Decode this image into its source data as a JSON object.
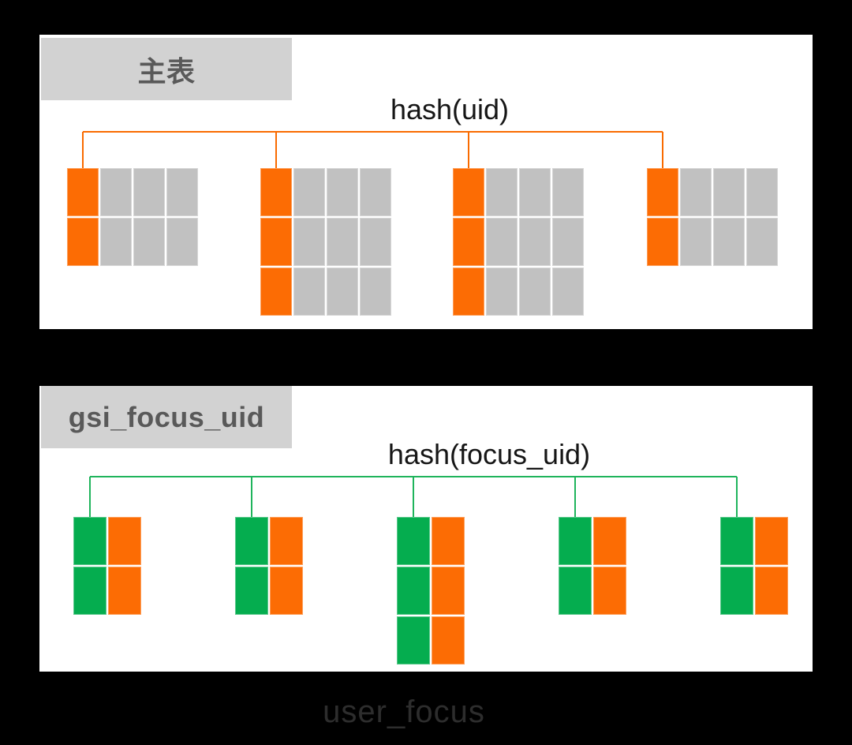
{
  "colors": {
    "background": "#000000",
    "panel_bg": "#ffffff",
    "label_bg": "#d2d2d2",
    "label_text": "#595959",
    "hash_text": "#161616",
    "footer_text": "#2d2d2d"
  },
  "top_section": {
    "label": "主表",
    "hash_label": "hash(uid)",
    "line_color": "#f96b00",
    "cell_colors": {
      "orange": "#fc6c04",
      "gray": "#c1c1c1"
    },
    "groups": [
      {
        "rows": 2,
        "column_colors": [
          "orange",
          "gray",
          "gray",
          "gray"
        ]
      },
      {
        "rows": 3,
        "column_colors": [
          "orange",
          "gray",
          "gray",
          "gray"
        ]
      },
      {
        "rows": 3,
        "column_colors": [
          "orange",
          "gray",
          "gray",
          "gray"
        ]
      },
      {
        "rows": 2,
        "column_colors": [
          "orange",
          "gray",
          "gray",
          "gray"
        ]
      }
    ]
  },
  "bottom_section": {
    "label": "gsi_focus_uid",
    "hash_label": "hash(focus_uid)",
    "line_color": "#1fb45c",
    "cell_colors": {
      "green": "#05ad4f",
      "orange": "#fc6c04"
    },
    "groups": [
      {
        "rows": 2,
        "column_colors": [
          "green",
          "orange"
        ]
      },
      {
        "rows": 2,
        "column_colors": [
          "green",
          "orange"
        ]
      },
      {
        "rows": 3,
        "column_colors": [
          "green",
          "orange"
        ]
      },
      {
        "rows": 2,
        "column_colors": [
          "green",
          "orange"
        ]
      },
      {
        "rows": 2,
        "column_colors": [
          "green",
          "orange"
        ]
      }
    ]
  },
  "footer": {
    "table_name": "user_focus"
  }
}
